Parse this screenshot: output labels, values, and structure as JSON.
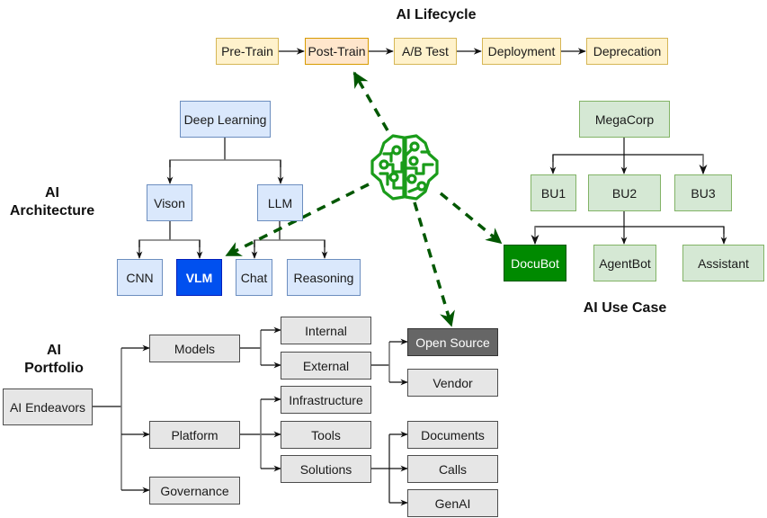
{
  "sections": {
    "lifecycle": {
      "title": "AI Lifecycle",
      "steps": [
        "Pre-Train",
        "Post-Train",
        "A/B Test",
        "Deployment",
        "Deprecation"
      ],
      "highlighted": "Post-Train"
    },
    "architecture": {
      "title": "AI\nArchitecture",
      "root": "Deep Learning",
      "level1": [
        "Vison",
        "LLM"
      ],
      "level2": [
        "CNN",
        "VLM",
        "Chat",
        "Reasoning"
      ],
      "highlighted": "VLM"
    },
    "use_case": {
      "title": "AI Use Case",
      "root": "MegaCorp",
      "level1": [
        "BU1",
        "BU2",
        "BU3"
      ],
      "level2": [
        "DocuBot",
        "AgentBot",
        "Assistant"
      ],
      "highlighted": "DocuBot"
    },
    "portfolio": {
      "title": "AI\nPortfolio",
      "root": "AI Endeavors",
      "level1": [
        "Models",
        "Platform",
        "Governance"
      ],
      "models_children": [
        "Internal",
        "External"
      ],
      "external_children": [
        "Open Source",
        "Vendor"
      ],
      "platform_children": [
        "Infrastructure",
        "Tools",
        "Solutions"
      ],
      "solutions_children": [
        "Documents",
        "Calls",
        "GenAI"
      ],
      "highlighted": "Open Source"
    }
  },
  "hub": {
    "icon": "ai-brain-circuit-icon",
    "color": "#1a9c1a",
    "connector_color": "#005700",
    "targets": [
      "Post-Train",
      "VLM",
      "DocuBot",
      "Open Source"
    ]
  },
  "colors": {
    "lifecycle_fill": "#fff2cc",
    "lifecycle_highlight": "#ffe6cc",
    "architecture_fill": "#dae8fc",
    "architecture_highlight": "#0050ef",
    "use_case_fill": "#d5e8d4",
    "use_case_highlight": "#008a00",
    "portfolio_fill": "#e6e6e6",
    "portfolio_highlight": "#666666"
  }
}
